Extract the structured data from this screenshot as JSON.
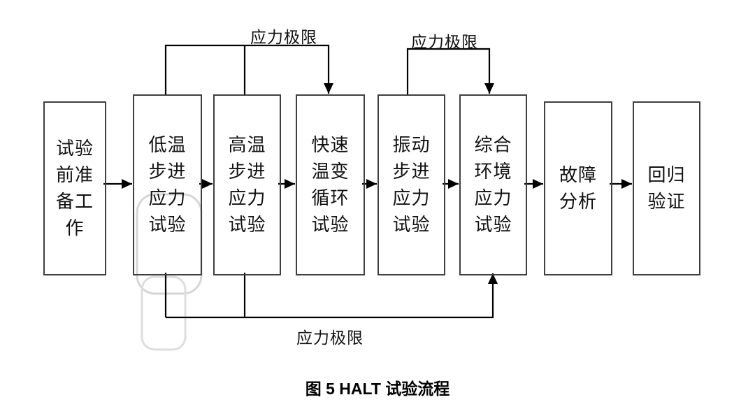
{
  "figure": {
    "caption": "图 5  HALT 试验流程"
  },
  "boxes": [
    {
      "id": "test-preparation",
      "label": "试验\n前准\n备工\n作"
    },
    {
      "id": "low-temp-step-stress",
      "label": "低温\n步进\n应力\n试验"
    },
    {
      "id": "high-temp-step-stress",
      "label": "高温\n步进\n应力\n试验"
    },
    {
      "id": "rapid-temp-cycling",
      "label": "快速\n温变\n循环\n试验"
    },
    {
      "id": "vibration-step-stress",
      "label": "振动\n步进\n应力\n试验"
    },
    {
      "id": "combined-env-stress",
      "label": "综合\n环境\n应力\n试验"
    },
    {
      "id": "failure-analysis",
      "label": "故障\n分析"
    },
    {
      "id": "regression-verification",
      "label": "回归\n验证"
    }
  ],
  "annotations": {
    "top_left_label": "应力极限",
    "top_right_label": "应力极限",
    "bottom_label": "应力极限"
  },
  "colors": {
    "line": "#000000",
    "box_border": "#3f3f3f",
    "background": "#ffffff",
    "watermark": "#d6d6d6"
  }
}
